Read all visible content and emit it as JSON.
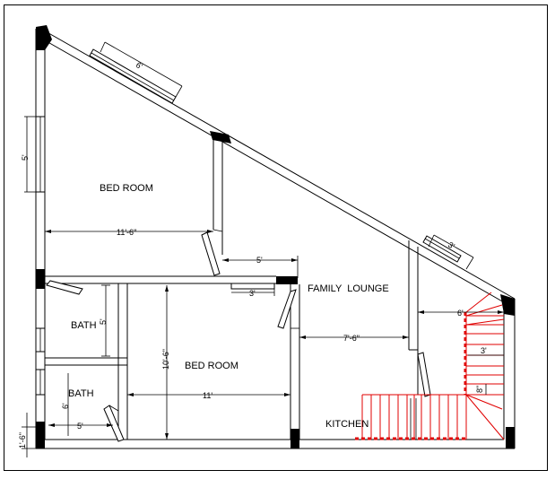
{
  "rooms": {
    "bedroom_1": "BED ROOM",
    "bedroom_2": "BED ROOM",
    "family_lounge": "FAMILY  LOUNGE",
    "bath_1": "BATH",
    "bath_2": "BATH",
    "kitchen": "KITCHEN"
  },
  "dimensions": {
    "window_top": "6'",
    "window_left": "5'",
    "bedroom1_width": "11'-6\"",
    "corridor_width": "5'",
    "door_3": "3'",
    "bath1_height": "5'",
    "bedroom2_height": "10'-6\"",
    "bedroom2_width": "11'",
    "bath2_height": "6'",
    "bath2_width": "5'",
    "left_offset": "1'-6\"",
    "lounge_width": "7'-6\"",
    "window_right": "3'",
    "stair_width": "6'",
    "stair_3": "3'",
    "stair_8": "8\""
  },
  "colors": {
    "lines": "#000000",
    "stairs": "#e00000"
  }
}
